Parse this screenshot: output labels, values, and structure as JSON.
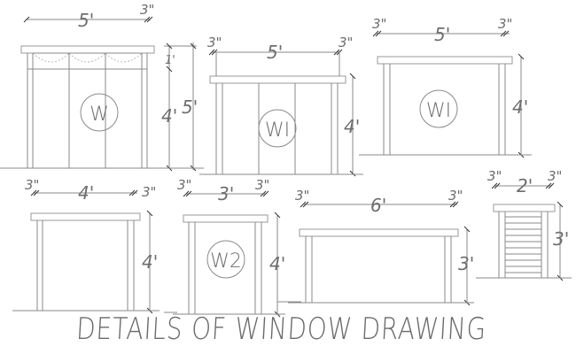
{
  "title": "DETAILS OF WINDOW DRAWING",
  "colors": {
    "line": "#8a8a8a",
    "text": "#6d6d6d",
    "tick": "#333333",
    "background": "#ffffff"
  },
  "windows": [
    {
      "id": "w",
      "tag": "W",
      "width_dim": "5'",
      "side_dim": "3\"",
      "height_dim": "4'",
      "transom_dim": "1'",
      "overall_height_dim": "5'",
      "panels": 3,
      "has_transom": true
    },
    {
      "id": "w1-a",
      "tag": "WI",
      "width_dim": "5'",
      "left_dim": "3\"",
      "right_dim": "3\"",
      "height_dim": "4'",
      "panels": 3
    },
    {
      "id": "w1-b",
      "tag": "WI",
      "width_dim": "5'",
      "left_dim": "3\"",
      "right_dim": "3\"",
      "height_dim": "4'",
      "panels": 1
    },
    {
      "id": "w-4ft",
      "tag": "",
      "width_dim": "4'",
      "left_dim": "3\"",
      "right_dim": "3\"",
      "height_dim": "4'",
      "panels": 1
    },
    {
      "id": "w2",
      "tag": "W2",
      "width_dim": "3'",
      "left_dim": "3\"",
      "right_dim": "3\"",
      "height_dim": "4'",
      "panels": 1
    },
    {
      "id": "w-6ft",
      "tag": "",
      "width_dim": "6'",
      "left_dim": "3\"",
      "right_dim": "3\"",
      "height_dim": "3'",
      "panels": 1
    },
    {
      "id": "louver",
      "tag": "",
      "width_dim": "2'",
      "left_dim": "3\"",
      "right_dim": "3\"",
      "height_dim": "3'",
      "louver_slats": 11
    }
  ]
}
